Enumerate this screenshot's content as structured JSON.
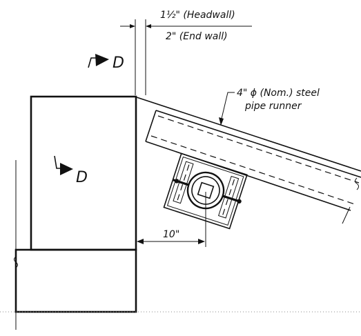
{
  "labels": {
    "headwall": "1½\" (Headwall)",
    "end_wall": "2\" (End wall)",
    "section_mark_top": "D",
    "section_mark_side": "D",
    "pipe_runner_line1": "4\" ϕ (Nom.) steel",
    "pipe_runner_line2": "pipe runner",
    "offset_dimension": "10\""
  },
  "icons": {
    "section_arrow": "section-cut-arrow",
    "break_mark": "break-line-symbol"
  },
  "colors": {
    "line": "#111111",
    "background": "#ffffff"
  }
}
